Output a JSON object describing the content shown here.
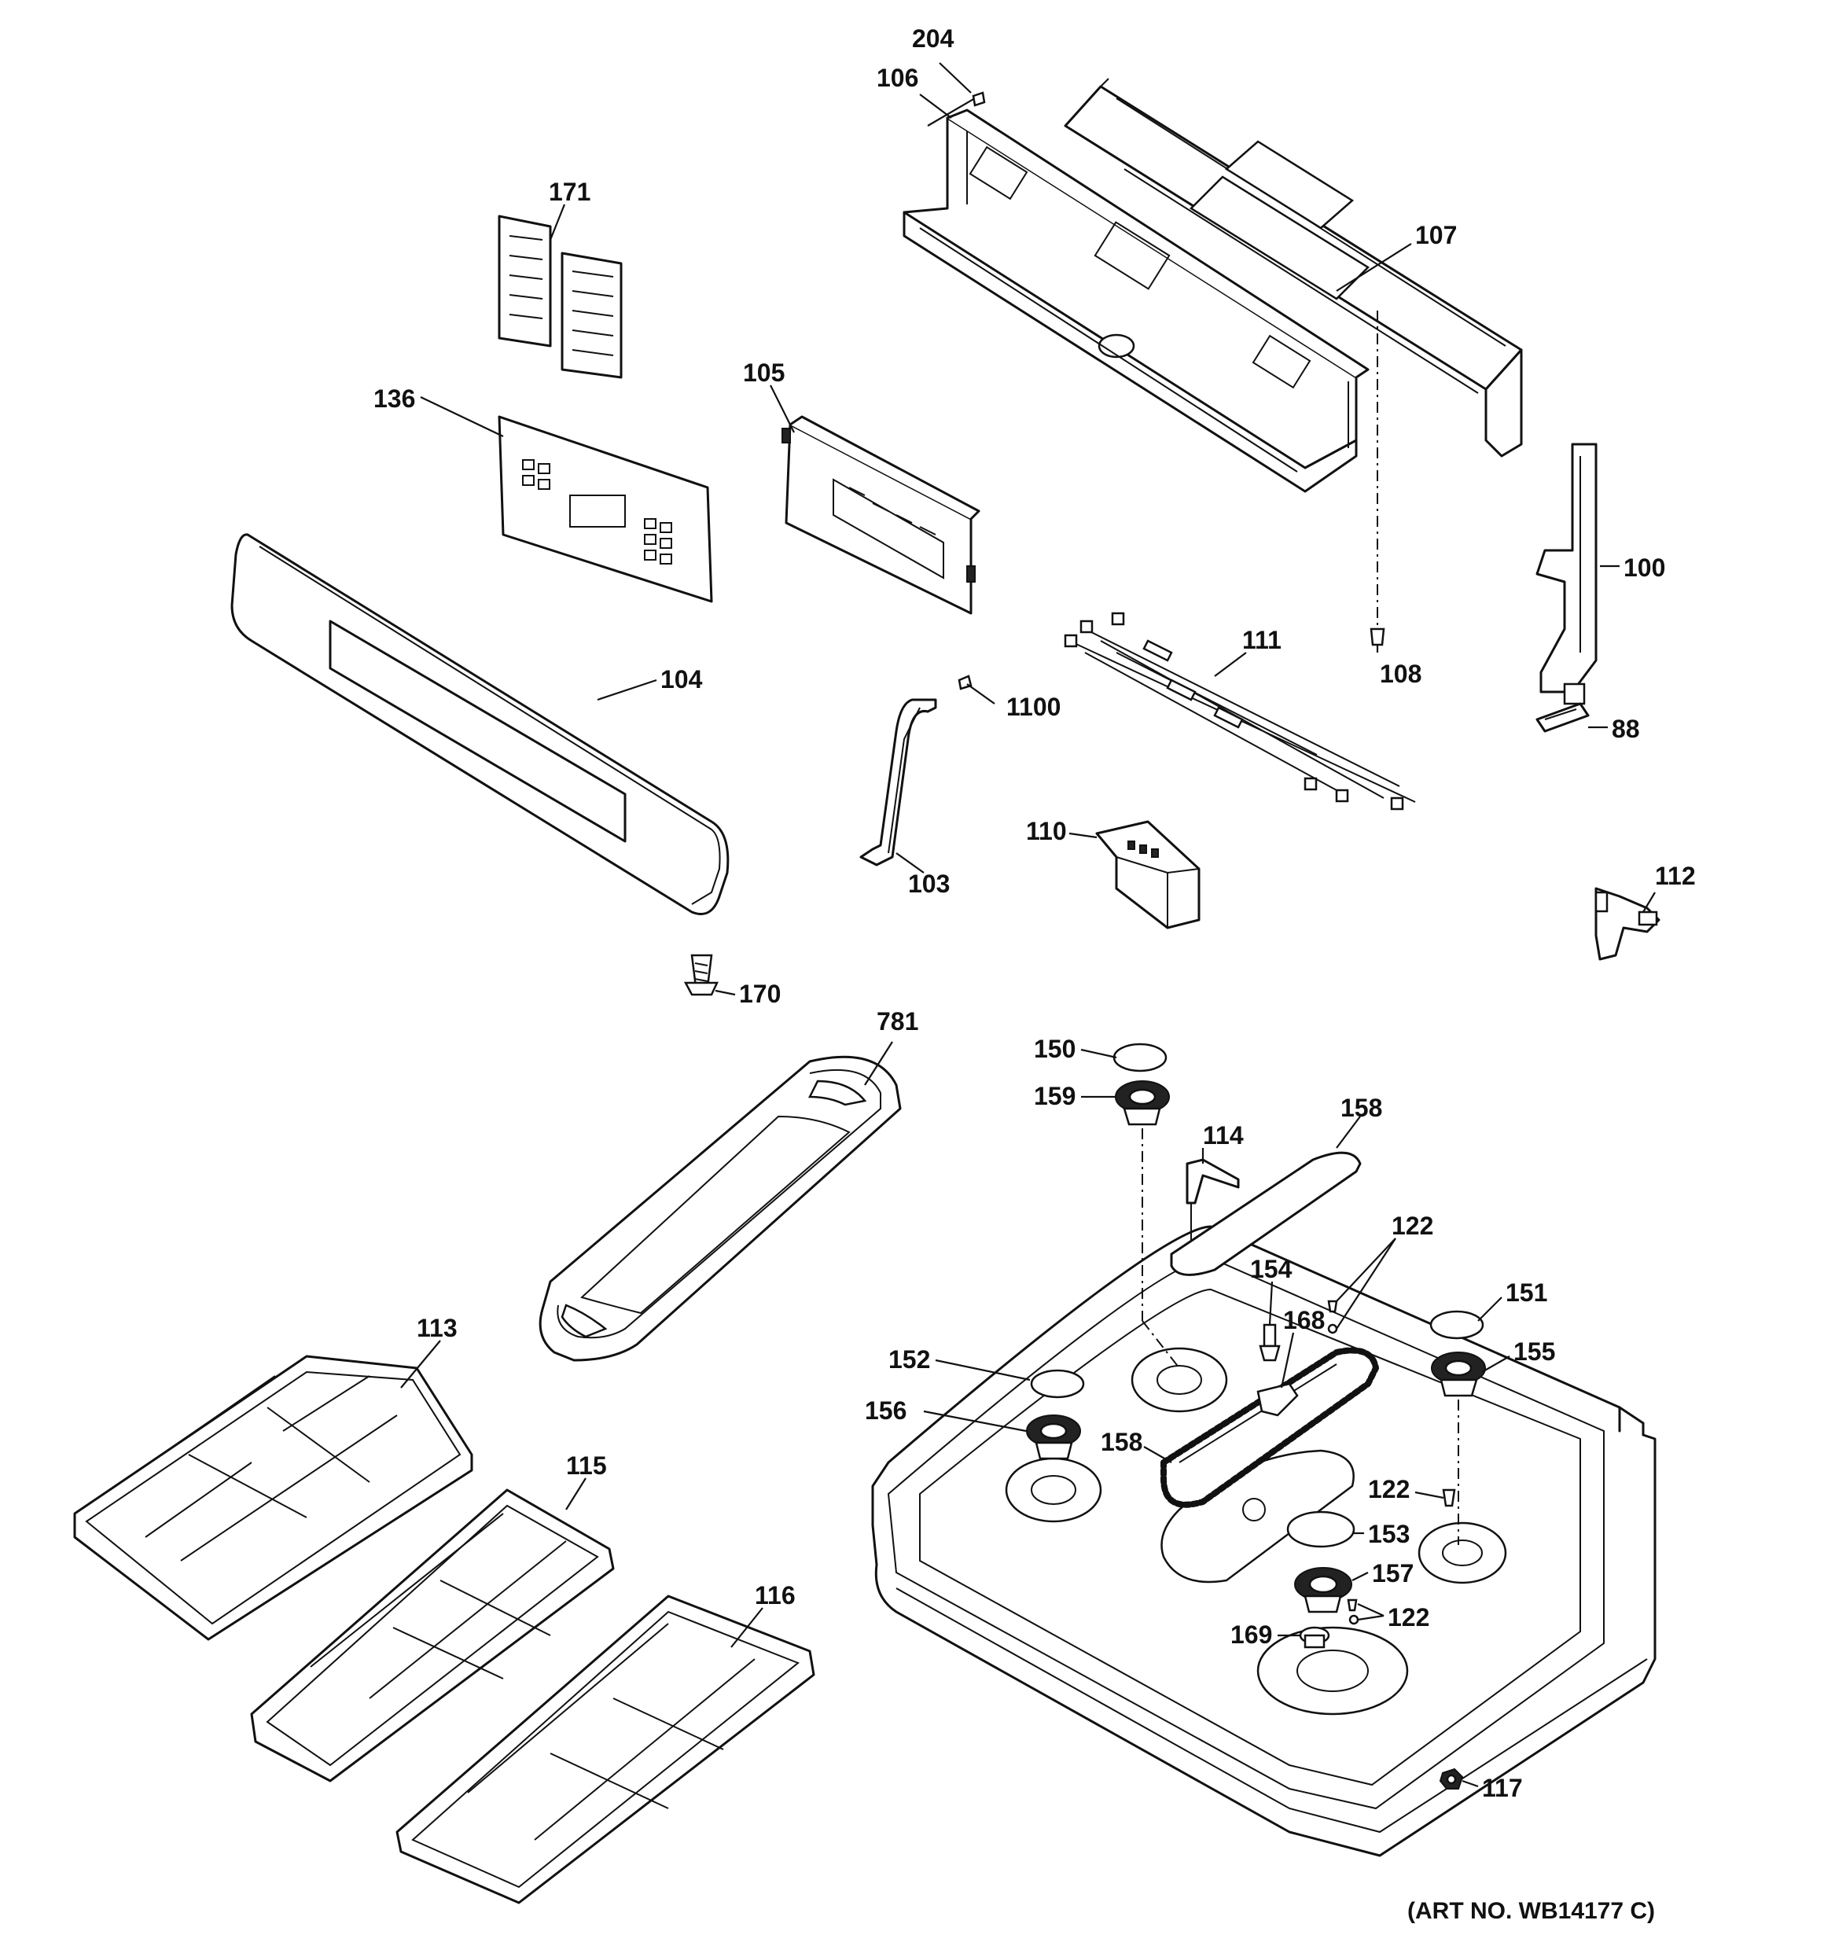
{
  "labels": [
    {
      "id": "p204",
      "text": "204"
    },
    {
      "id": "p106",
      "text": "106"
    },
    {
      "id": "p171",
      "text": "171"
    },
    {
      "id": "p107",
      "text": "107"
    },
    {
      "id": "p105",
      "text": "105"
    },
    {
      "id": "p136",
      "text": "136"
    },
    {
      "id": "p100",
      "text": "100"
    },
    {
      "id": "p104",
      "text": "104"
    },
    {
      "id": "p111",
      "text": "111"
    },
    {
      "id": "p108",
      "text": "108"
    },
    {
      "id": "p1100",
      "text": "1100"
    },
    {
      "id": "p88",
      "text": "88"
    },
    {
      "id": "p110",
      "text": "110"
    },
    {
      "id": "p103",
      "text": "103"
    },
    {
      "id": "p112",
      "text": "112"
    },
    {
      "id": "p170",
      "text": "170"
    },
    {
      "id": "p781",
      "text": "781"
    },
    {
      "id": "p150",
      "text": "150"
    },
    {
      "id": "p159",
      "text": "159"
    },
    {
      "id": "p158a",
      "text": "158"
    },
    {
      "id": "p114",
      "text": "114"
    },
    {
      "id": "p122a",
      "text": "122"
    },
    {
      "id": "p154",
      "text": "154"
    },
    {
      "id": "p151",
      "text": "151"
    },
    {
      "id": "p168",
      "text": "168"
    },
    {
      "id": "p113",
      "text": "113"
    },
    {
      "id": "p152",
      "text": "152"
    },
    {
      "id": "p155",
      "text": "155"
    },
    {
      "id": "p156",
      "text": "156"
    },
    {
      "id": "p158b",
      "text": "158"
    },
    {
      "id": "p115",
      "text": "115"
    },
    {
      "id": "p122b",
      "text": "122"
    },
    {
      "id": "p153",
      "text": "153"
    },
    {
      "id": "p157",
      "text": "157"
    },
    {
      "id": "p116",
      "text": "116"
    },
    {
      "id": "p169",
      "text": "169"
    },
    {
      "id": "p122c",
      "text": "122"
    },
    {
      "id": "p117",
      "text": "117"
    }
  ],
  "art_number": "(ART NO. WB14177 C)"
}
